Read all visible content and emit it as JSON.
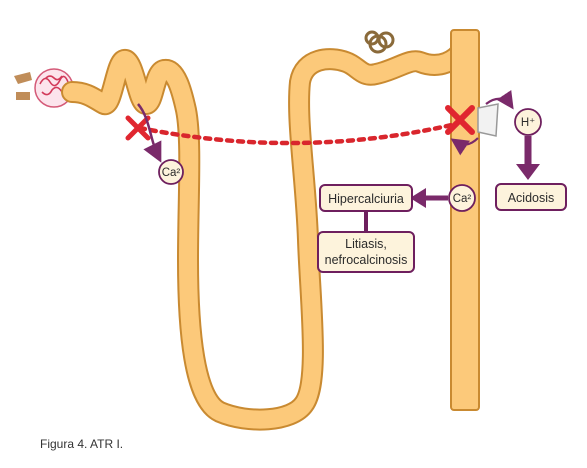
{
  "labels": {
    "ca_left": "Ca²",
    "ca_right": "Ca²",
    "h_ion": "H⁺",
    "acidosis": "Acidosis",
    "hypercalciuria": "Hipercalciuria",
    "stones_line1": "Litiasis,",
    "stones_line2": "nefrocalcinosis",
    "caption": "Figura 4. ATR I."
  },
  "colors": {
    "tubule": "#fcc97a",
    "tubule_outline": "#c98a31",
    "arrow": "#7a2a6a",
    "block_x": "#e0262f",
    "dotted_link": "#d9262d",
    "box_fill": "#fdf3dc",
    "box_stroke": "#6e1f5e",
    "glomerulus": "#e88aa0"
  },
  "icons": [
    "glomerulus-icon",
    "collecting-duct-pump-icon",
    "block-x-icon"
  ]
}
